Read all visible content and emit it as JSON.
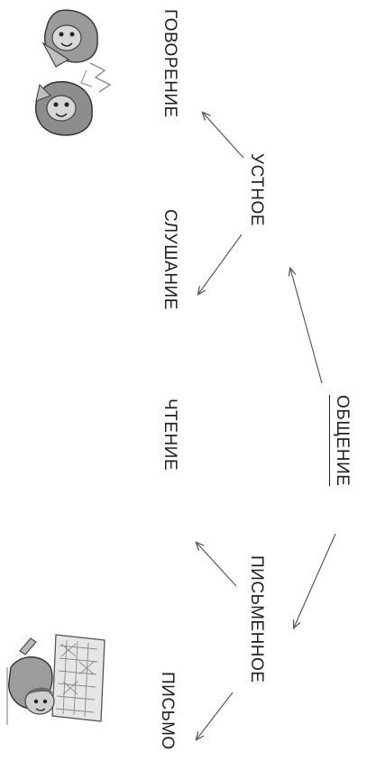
{
  "diagram": {
    "root": "ОБЩЕНИЕ",
    "branches": [
      {
        "label": "УСТНОЕ",
        "children": [
          "ГОВОРЕНИЕ",
          "СЛУШАНИЕ"
        ]
      },
      {
        "label": "ПИСЬМЕННОЕ",
        "children": [
          "ЧТЕНИЕ",
          "ПИСЬМО"
        ]
      }
    ]
  },
  "illustrations": {
    "top": "two-kids-talking-picture",
    "bottom": "child-writing-picture"
  },
  "colors": {
    "text": "#1f1f1f",
    "arrow": "#5a5a5a"
  }
}
